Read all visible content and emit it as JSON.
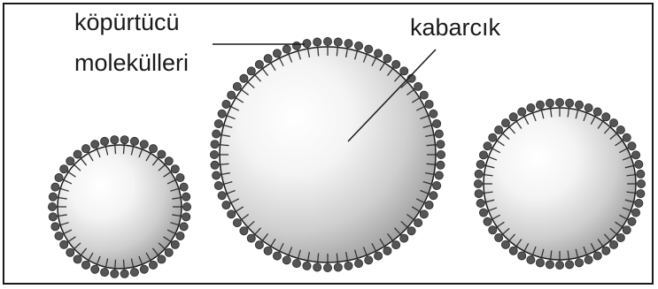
{
  "labels": {
    "surfactant_line1": "köpürtücü",
    "surfactant_line2": "molekülleri",
    "bubble": "kabarcık"
  },
  "bubbles": [
    {
      "name": "bubble-small-left"
    },
    {
      "name": "bubble-large-center"
    },
    {
      "name": "bubble-medium-right"
    }
  ],
  "colors": {
    "molecule_head": "#555555",
    "molecule_tail": "#333333",
    "outline": "#1a1a1a",
    "bubble_fill_light": "#ffffff",
    "bubble_fill_dark": "#9a9a9a"
  }
}
